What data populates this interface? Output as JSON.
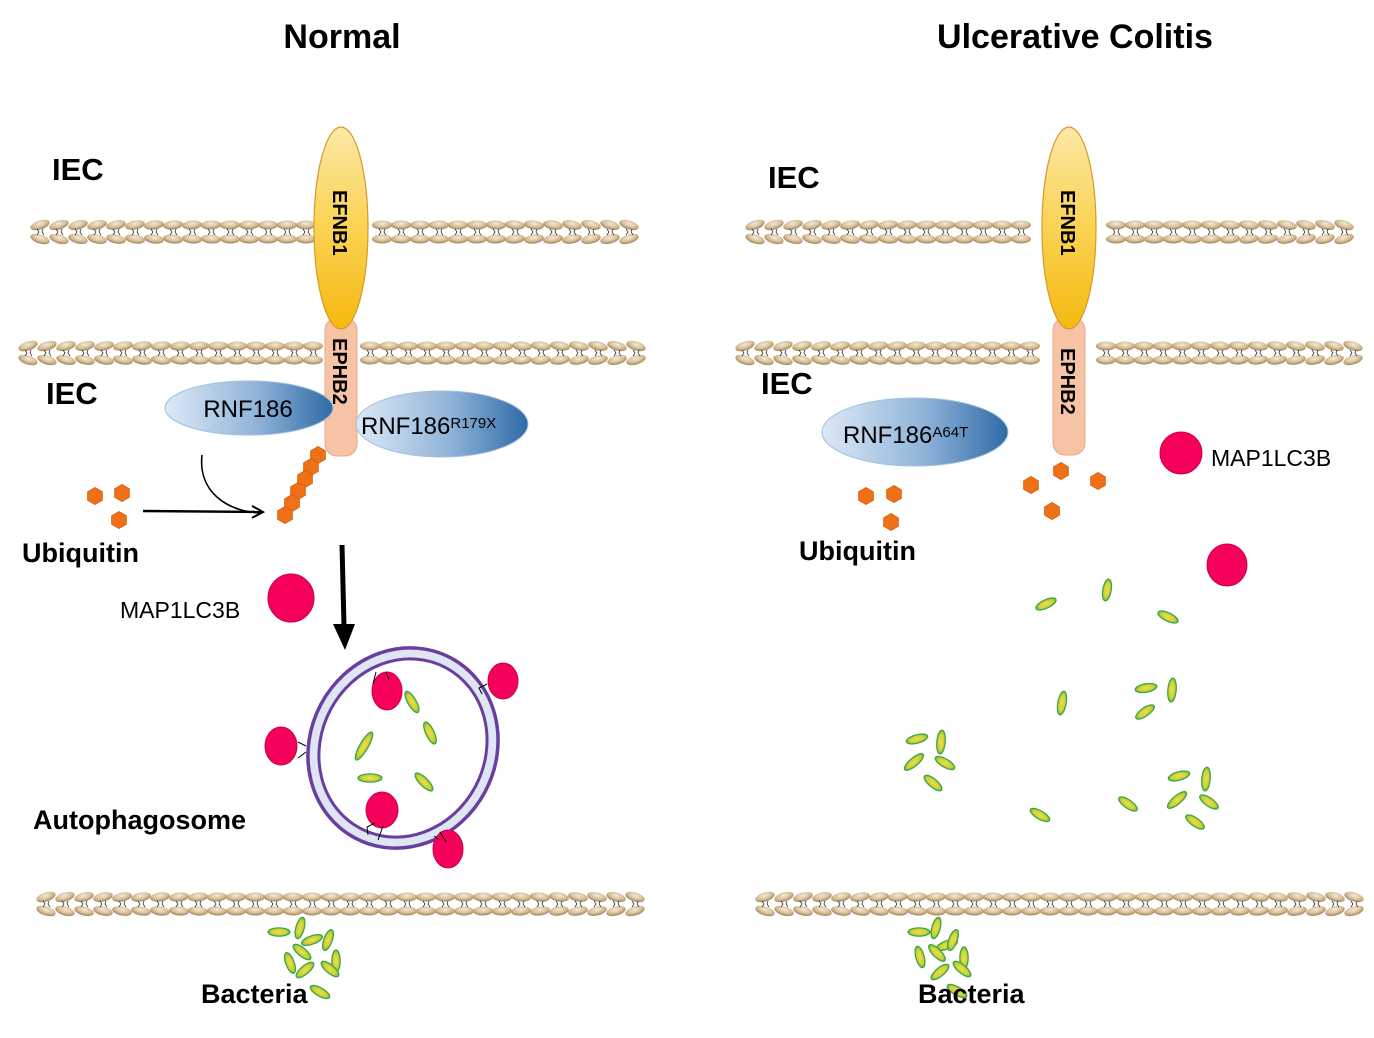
{
  "panels": {
    "normal": {
      "title": "Normal",
      "iec_top": "IEC",
      "iec_bottom": "IEC",
      "efnb1": "EFNB1",
      "ephb2": "EPHB2",
      "rnf186": "RNF186",
      "rnf186_mutant": "RNF186",
      "rnf186_mutant_sup": "R179X",
      "ubiquitin": "Ubiquitin",
      "map1lc3b": "MAP1LC3B",
      "autophagosome": "Autophagosome",
      "bacteria": "Bacteria"
    },
    "uc": {
      "title": "Ulcerative Colitis",
      "iec_top": "IEC",
      "iec_bottom": "IEC",
      "efnb1": "EFNB1",
      "ephb2": "EPHB2",
      "rnf186_mutant": "RNF186",
      "rnf186_mutant_sup": "A64T",
      "ubiquitin": "Ubiquitin",
      "map1lc3b": "MAP1LC3B",
      "bacteria": "Bacteria"
    }
  },
  "colors": {
    "efnb1": "#f7c21b",
    "ephb2": "#f6c4a5",
    "rnf186": "#4a7fb5",
    "ubiquitin": "#f07017",
    "map1lc3b": "#f5005a",
    "autophagosome_membrane": "#6a3ea1",
    "autophagosome_lumen": "#dde6f2",
    "bacteria_fill": "#e8d443",
    "bacteria_edge": "#3da640",
    "lipid": "#c9b08a"
  }
}
